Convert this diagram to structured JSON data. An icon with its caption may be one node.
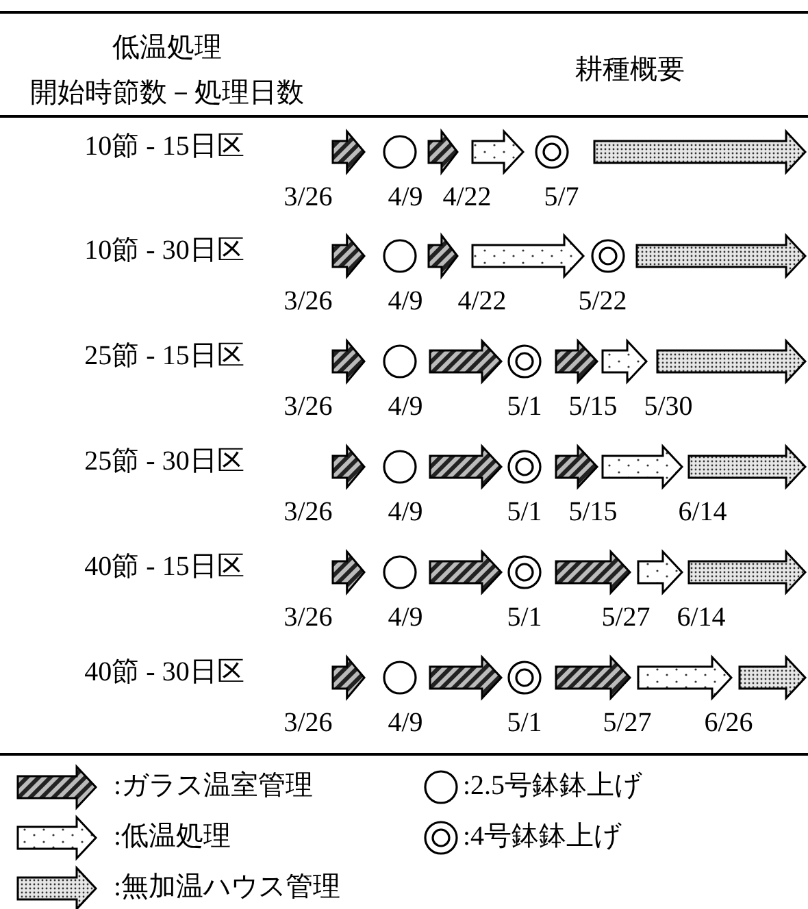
{
  "diagram": {
    "labels": [
      "低温処理",
      "開始時節数－処理日数",
      "耕種概要",
      "10節 - 15日区",
      "3/26",
      "4/9",
      "4/22",
      "5/7",
      "10節 - 30日区",
      "3/26",
      "4/9",
      "4/22",
      "5/22",
      "25節 - 15日区",
      "3/26",
      "4/9",
      "5/1",
      "5/15",
      "5/30",
      "25節 - 30日区",
      "3/26",
      "4/9",
      "5/1",
      "5/15",
      "6/14",
      "40節 - 15日区",
      "3/26",
      "4/9",
      "5/1",
      "5/27",
      "6/14",
      "40節 - 30日区",
      "3/26",
      "4/9",
      "5/1",
      "5/27",
      "6/26"
    ],
    "legend": [
      {
        "text": ":ガラス温室管理"
      },
      {
        "text": ":2.5号鉢鉢上げ"
      },
      {
        "text": ":低温処理"
      },
      {
        "text": ":4号鉢鉢上げ"
      },
      {
        "text": ":無加温ハウス管理"
      }
    ]
  }
}
